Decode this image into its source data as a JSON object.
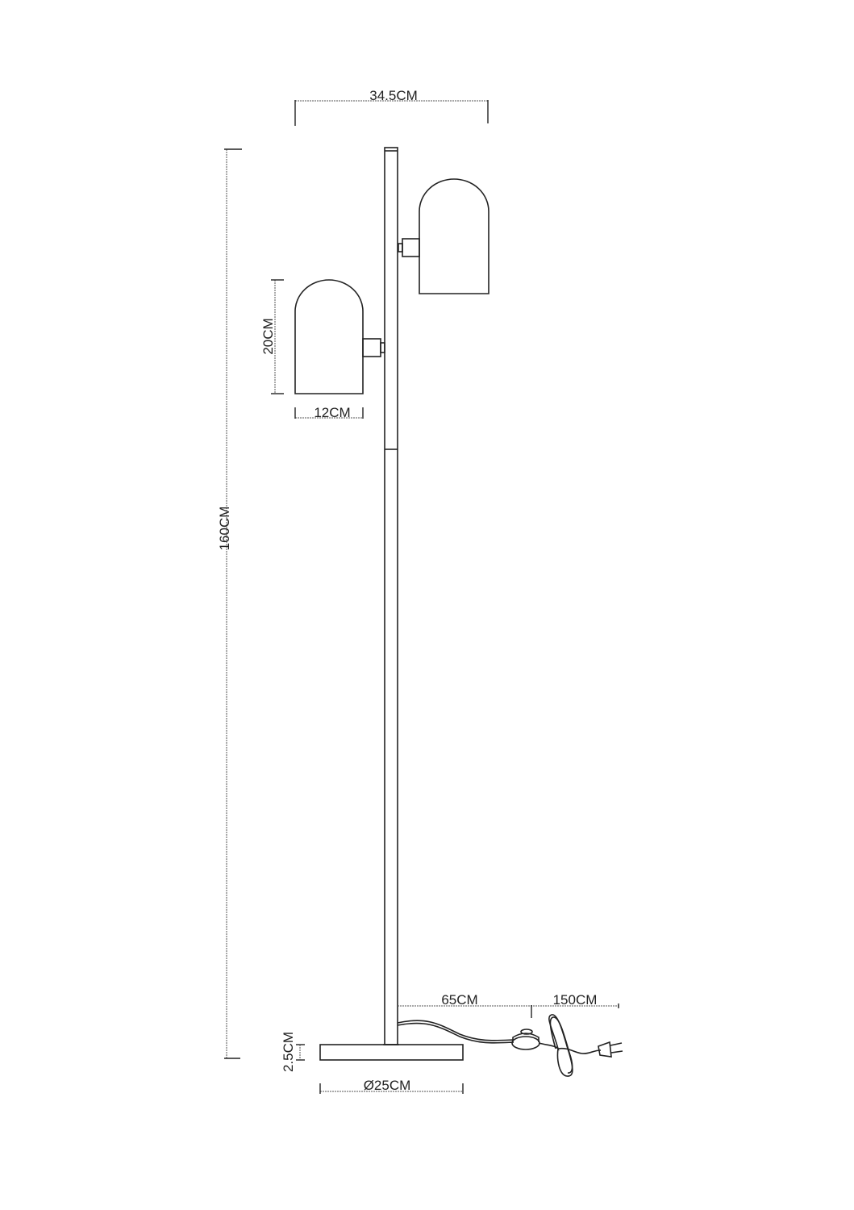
{
  "dimensions": {
    "total_width": "34.5CM",
    "shade_height": "20CM",
    "shade_width": "12CM",
    "total_height": "160CM",
    "switch_distance": "65CM",
    "cord_length": "150CM",
    "base_height": "2.5CM",
    "base_diameter": "Ø25CM"
  },
  "colors": {
    "line": "#222222",
    "background": "#ffffff"
  }
}
